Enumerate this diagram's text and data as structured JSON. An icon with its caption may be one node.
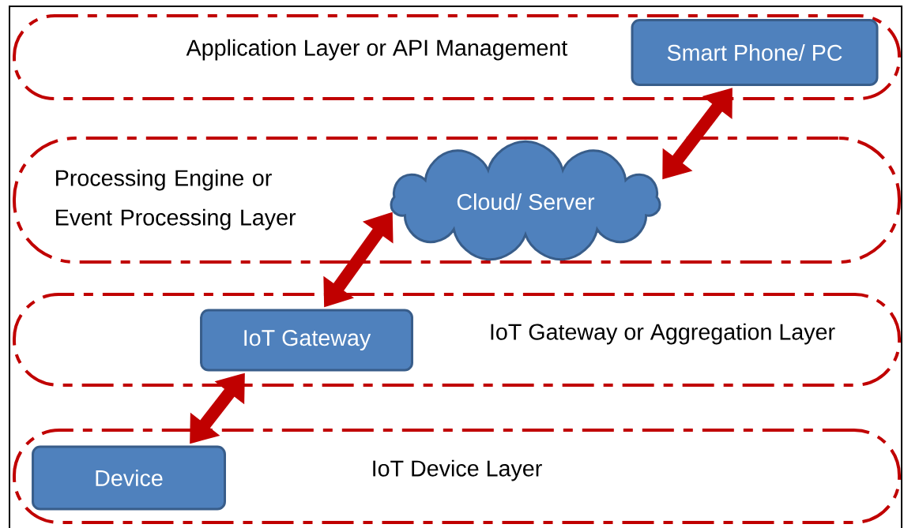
{
  "diagram": {
    "nodes": [
      {
        "text": [
          "Application Layer or API Management"
        ]
      },
      {
        "text": [
          "Smart Phone/ PC"
        ],
        "in": 0
      },
      {
        "text": [
          "Processing Engine or Event Processing Layer"
        ]
      },
      {
        "text": [
          "Cloud/ Server"
        ],
        "in": 2
      },
      {
        "text": [
          "IoT Gateway or Aggregation Layer"
        ]
      },
      {
        "text": [
          "IoT Gateway"
        ],
        "in": 4
      },
      {
        "text": [
          "IoT Device Layer"
        ]
      },
      {
        "text": [
          "Device"
        ],
        "in": 6
      }
    ],
    "edges": [
      {
        "from": 1,
        "to": 3,
        "arrow": "both"
      },
      {
        "from": 3,
        "to": 5,
        "arrow": "both"
      },
      {
        "from": 5,
        "to": 7,
        "arrow": "both"
      }
    ]
  }
}
